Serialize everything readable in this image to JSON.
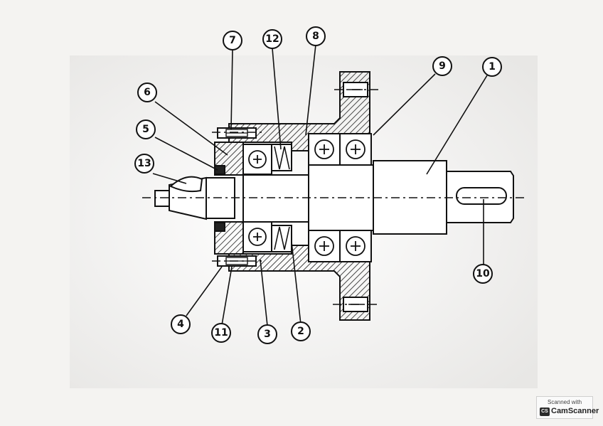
{
  "diagram": {
    "callouts": [
      "7",
      "12",
      "8",
      "9",
      "1",
      "6",
      "5",
      "13",
      "10",
      "4",
      "11",
      "3",
      "2"
    ]
  },
  "scan_badge": {
    "line1": "Scanned with",
    "logo": "CS",
    "line2": "CamScanner"
  }
}
